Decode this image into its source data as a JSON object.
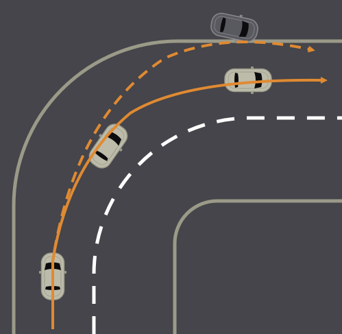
{
  "colors": {
    "road": "#45454b",
    "curb": "#9b9a88",
    "lane_marking": "#ffffff",
    "path": "#e08a32",
    "car_light_body": "#bdbcab",
    "car_light_outline": "#9c9b8a",
    "car_dark_body": "#595960",
    "car_dark_outline": "#8a8a8e",
    "glass": "#0c0c0e"
  },
  "elements": {
    "cars": [
      {
        "name": "car-start",
        "shade": "light"
      },
      {
        "name": "car-mid-turn",
        "shade": "light"
      },
      {
        "name": "car-correct-lane",
        "shade": "light"
      },
      {
        "name": "car-wide-swing",
        "shade": "dark"
      }
    ],
    "paths": [
      {
        "name": "correct-turn-path",
        "style": "solid"
      },
      {
        "name": "wide-turn-path",
        "style": "dashed"
      }
    ]
  }
}
